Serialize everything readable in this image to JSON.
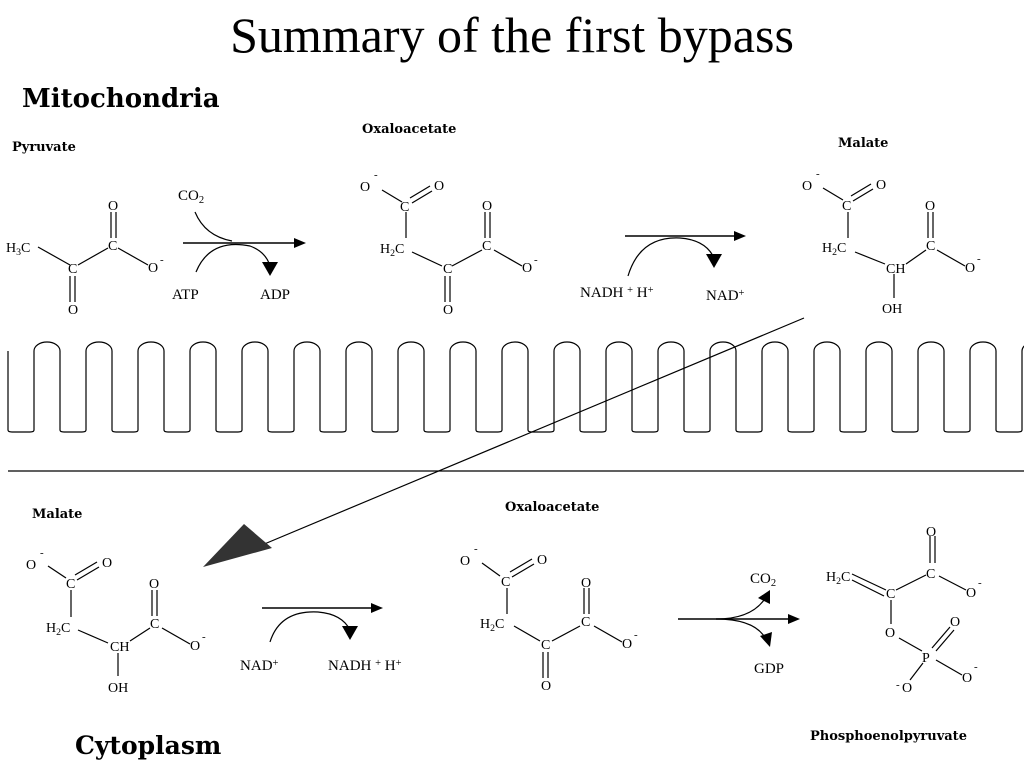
{
  "title": "Summary of the first bypass",
  "regions": {
    "mitochondria": "Mitochondria",
    "cytoplasm": "Cytoplasm"
  },
  "compounds": {
    "pyruvate": "Pyruvate",
    "oxaloacetate_mito": "Oxaloacetate",
    "malate_mito": "Malate",
    "malate_cyto": "Malate",
    "oxaloacetate_cyto": "Oxaloacetate",
    "pep": "Phosphoenolpyruvate"
  },
  "reactions": {
    "carboxylation": {
      "input": "CO2",
      "cofactor_in": "ATP",
      "cofactor_out": "ADP"
    },
    "reduction": {
      "cofactor_in": "NADH + H+",
      "cofactor_out": "NAD+"
    },
    "oxidation": {
      "cofactor_in": "NAD+",
      "cofactor_out": "NADH + H+"
    },
    "decarboxylation": {
      "output": "CO2",
      "cofactor_out": "GDP"
    }
  },
  "atoms": {
    "O": "O",
    "Ominus": "O",
    "C": "C",
    "CH": "CH",
    "OH": "OH",
    "H3C": "H3C",
    "H2C": "H2C",
    "P": "P",
    "minus": "-"
  },
  "colors": {
    "ink": "#000000",
    "background": "#ffffff",
    "transport_arrowhead": "#333333"
  }
}
